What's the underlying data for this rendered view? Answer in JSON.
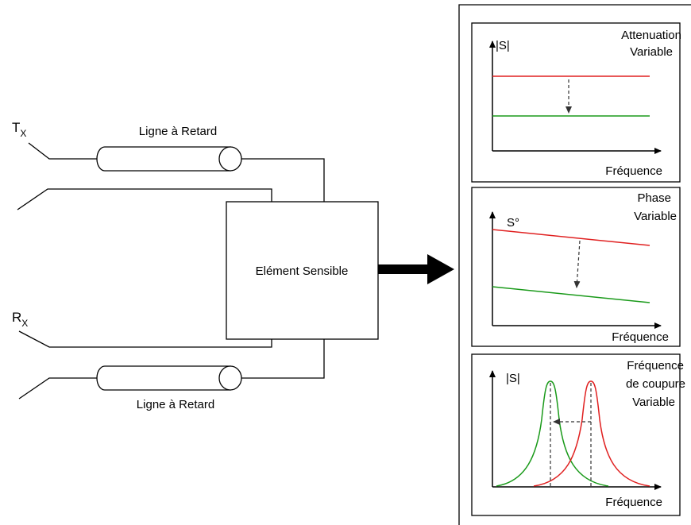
{
  "circuit": {
    "tx_label": "T",
    "tx_sub": "X",
    "rx_label": "R",
    "rx_sub": "X",
    "delay_line_top_label": "Ligne à Retard",
    "delay_line_bottom_label": "Ligne à Retard",
    "sensing_element_label": "Elément Sensible"
  },
  "panels": [
    {
      "y_label": "|S|",
      "title_lines": [
        "Attenuation",
        "Variable"
      ],
      "x_label": "Fréquence"
    },
    {
      "y_label": "S°",
      "title_lines": [
        "Phase",
        "Variable"
      ],
      "x_label": "Fréquence"
    },
    {
      "y_label": "|S|",
      "title_lines": [
        "Fréquence",
        "de coupure",
        "Variable"
      ],
      "x_label": "Fréquence"
    }
  ],
  "colors": {
    "before": "#e02020",
    "after": "#1a9a1a"
  }
}
